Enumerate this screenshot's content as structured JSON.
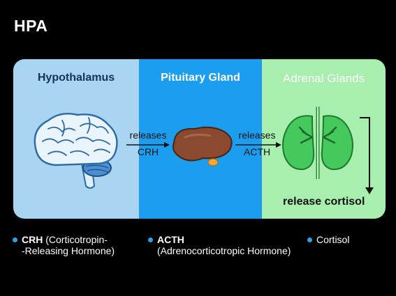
{
  "title": "HPA",
  "sections": {
    "hypothalamus": "Hypothalamus",
    "pituitary": "Pituitary Gland",
    "adrenal": "Adrenal Glands"
  },
  "steps": {
    "crh": {
      "line1": "releases",
      "line2": "CRH"
    },
    "acth": {
      "line1": "releases",
      "line2": "ACTH"
    },
    "cortisol": "release cortisol"
  },
  "legend": [
    {
      "abbr": "CRH",
      "desc1": "(Corticotropin-",
      "desc2": "-Releasing Hormone)"
    },
    {
      "abbr": "ACTH",
      "desc1": "",
      "desc2": "(Adrenocorticotropic Hormone)"
    },
    {
      "abbr": "",
      "desc1": "Cortisol",
      "desc2": ""
    }
  ],
  "colors": {
    "hypothalamus_bg": "#a9d4f2",
    "pituitary_bg": "#1c9ef0",
    "adrenal_bg": "#a8eeae",
    "legend_dot": "#2fa0e8"
  }
}
